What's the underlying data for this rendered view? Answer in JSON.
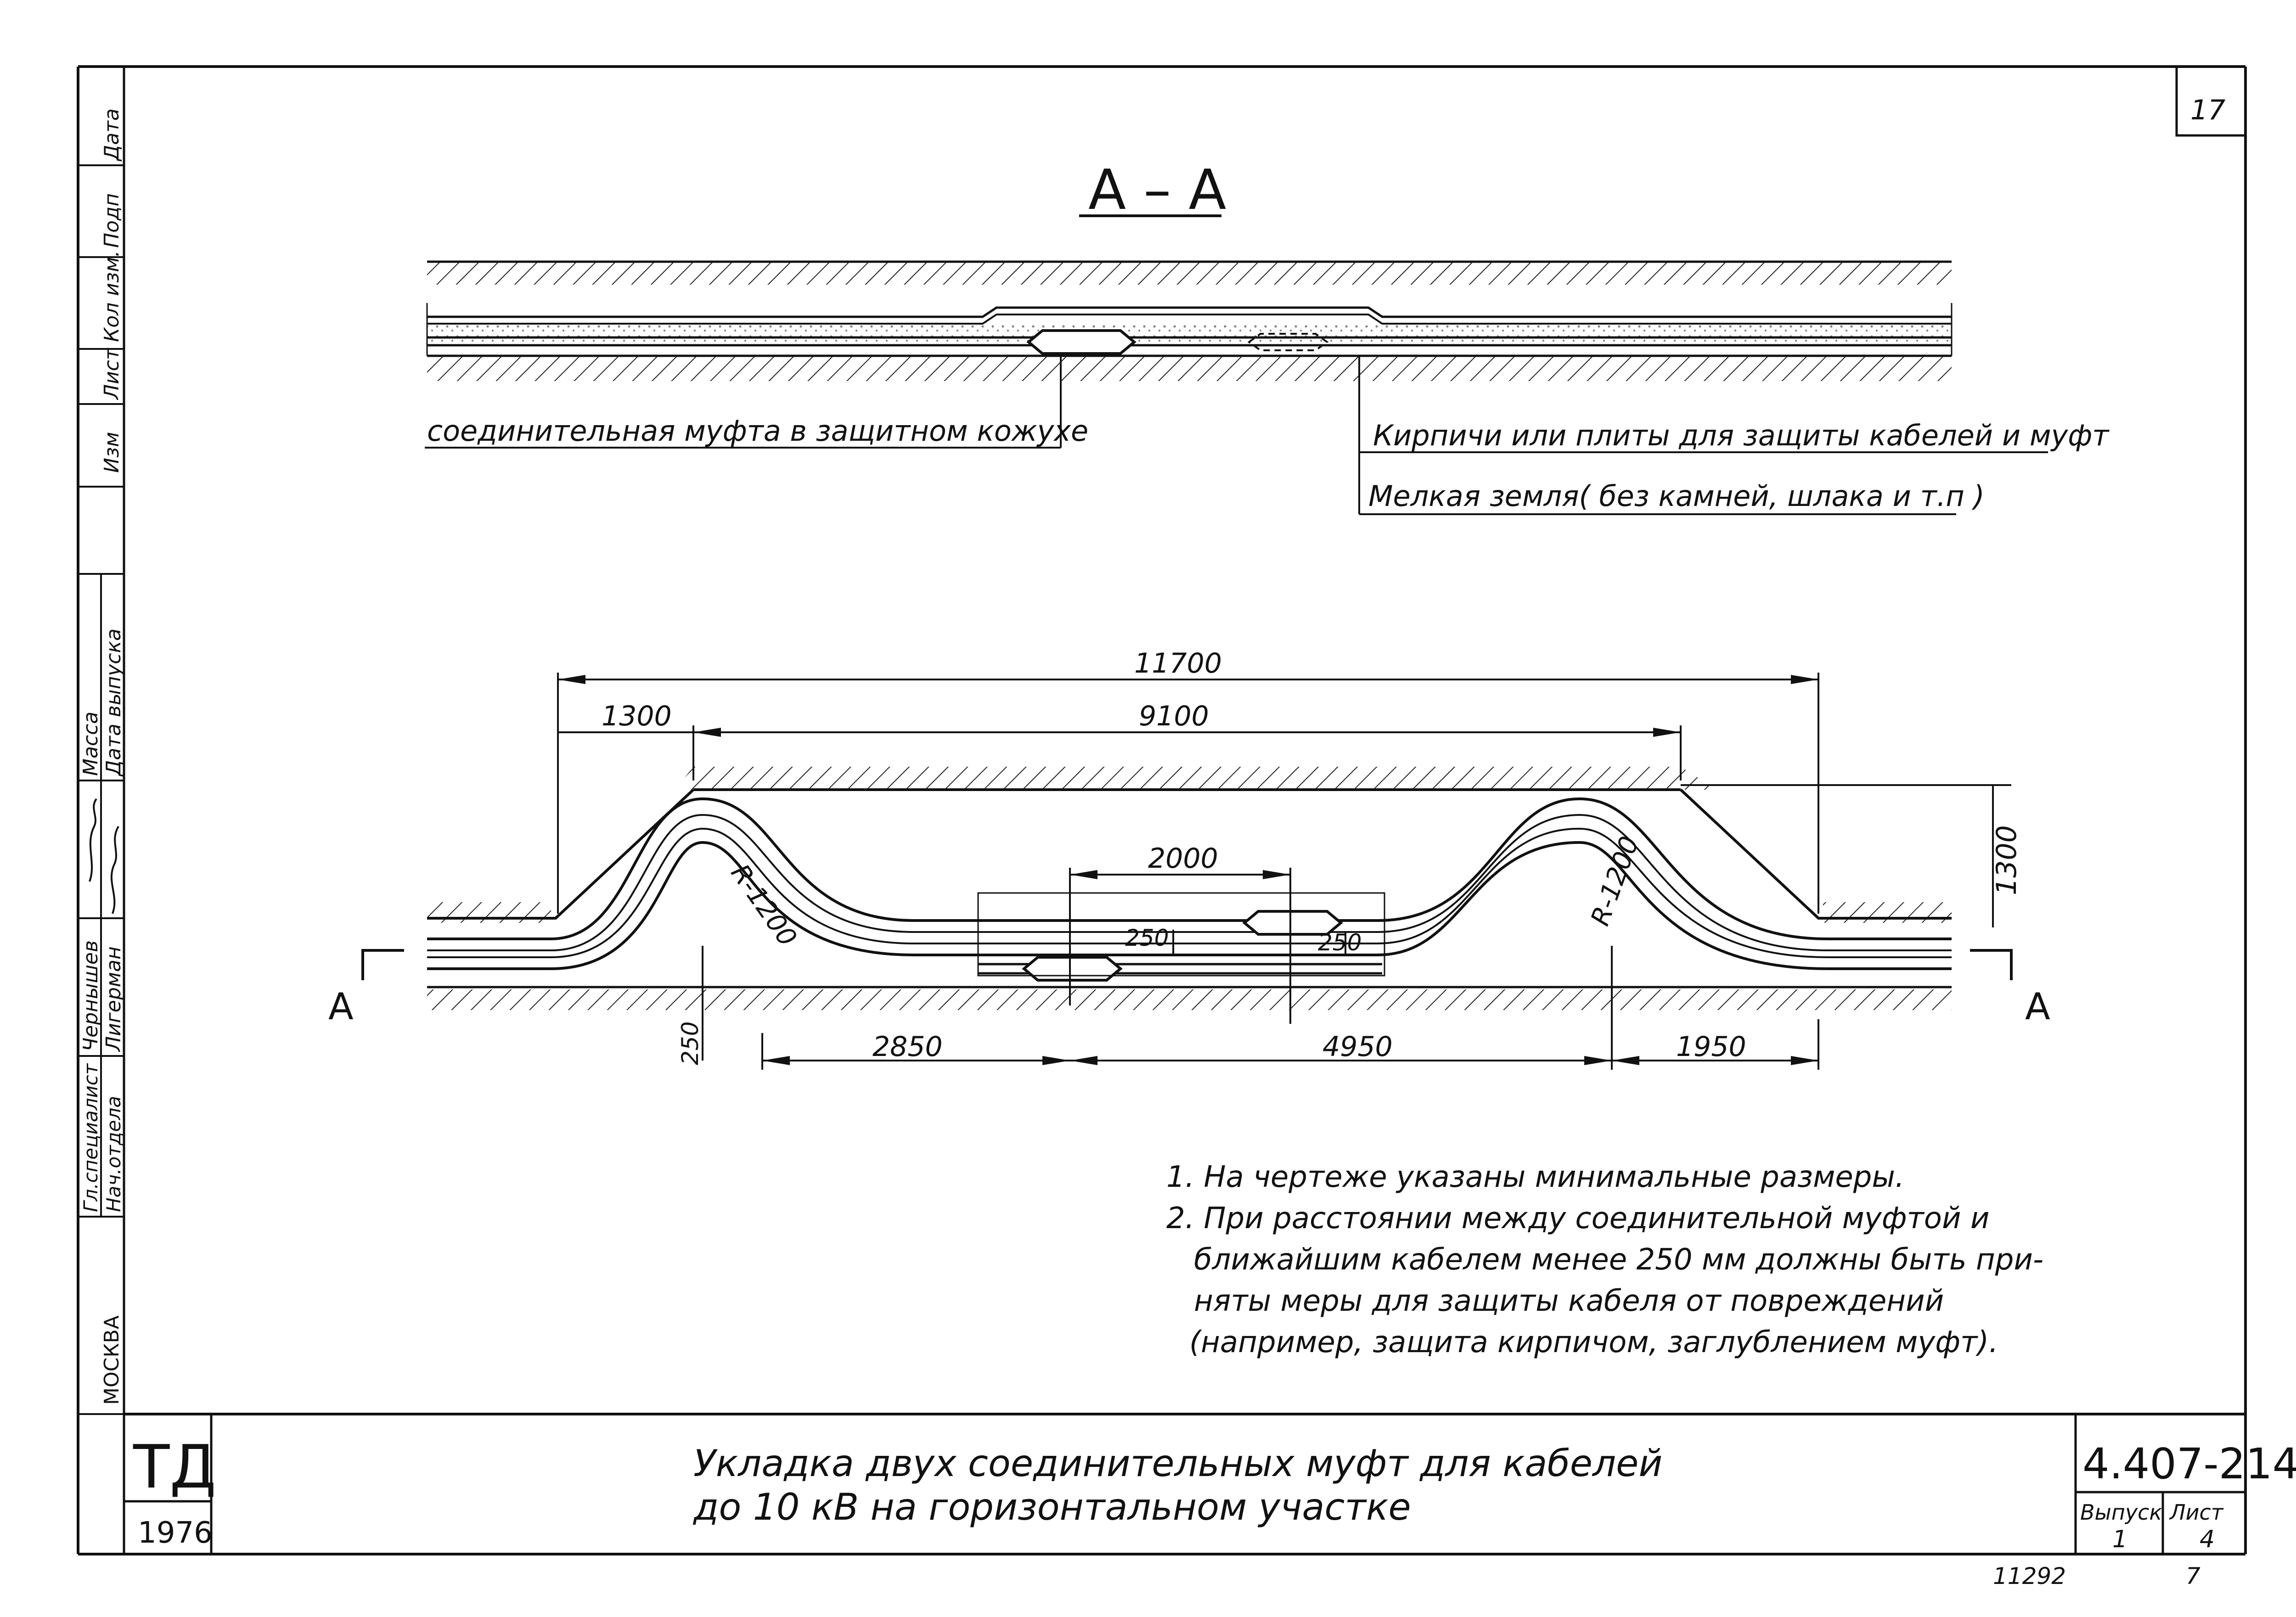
{
  "sheet_number": "17",
  "section": {
    "title": "А – А",
    "label_left": "соединительная муфта в защитном кожухе",
    "label_right_1": "Кирпичи или плиты для  защиты кабелей и муфт",
    "label_right_2": "Мелкая земля( без камней, шлака и т.п )"
  },
  "plan": {
    "dim_total": "11700",
    "dim_1300_left": "1300",
    "dim_9100": "9100",
    "dim_2000": "2000",
    "dim_250_a": "250",
    "dim_250_b": "250",
    "dim_250_c": "250",
    "dim_1300_right": "1300",
    "dim_2850": "2850",
    "dim_4950": "4950",
    "dim_1950": "1950",
    "radius_left": "R-1200",
    "radius_right": "R-1200",
    "cut_left": "А",
    "cut_right": "А"
  },
  "notes": [
    "1. На чертеже указаны  минимальные  размеры.",
    "2. При расстоянии  между  соединительной  муфтой  и",
    "ближайшим  кабелем  менее  250 мм  должны  быть  при-",
    "няты  меры  для  защиты  кабеля  от  повреждений",
    "(например,  защита   кирпичом,  заглублением  муфт)."
  ],
  "side_stamp": {
    "col_headers": [
      "Изм",
      "Лист",
      "Кол изм.",
      "Подп",
      "Дата"
    ],
    "masa": "Масса",
    "date_issue": "Дата выпуска",
    "role_1": "Гл.специалист",
    "name_1": "Чернышев",
    "role_2": "Нач.отдела",
    "name_2": "Лигерман",
    "org": "МОСКВА"
  },
  "title_block": {
    "mark": "ТД",
    "year": "1976",
    "title_line_1": "Укладка  двух  соединительных  муфт  для  кабелей",
    "title_line_2": "до 10 кВ   на горизонтальном   участке",
    "code": "4.407-214",
    "issue_label": "Выпуск",
    "issue_value": "1",
    "sheet_label": "Лист",
    "sheet_value": "4"
  },
  "footer": {
    "number_a": "11292",
    "number_b": "7"
  }
}
